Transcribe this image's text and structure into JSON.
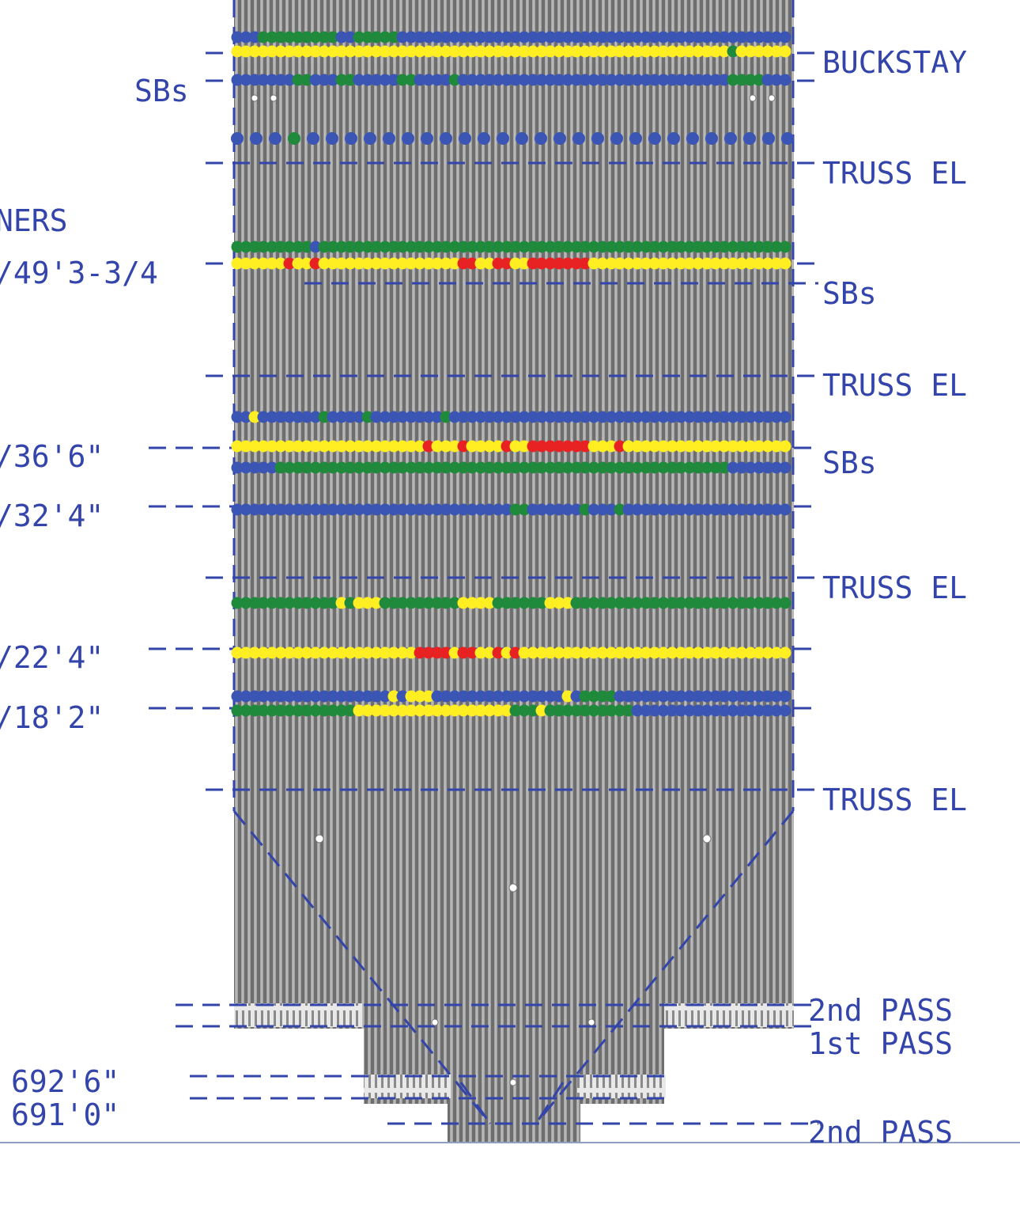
{
  "labels": {
    "left": {
      "sbs": "SBs",
      "corners": "NERS",
      "el_49": "/49'3-3/4",
      "el_36": "/36'6\"",
      "el_32": "/32'4\"",
      "el_22": "/22'4\"",
      "el_18": "/18'2\"",
      "el_692": "692'6\"",
      "el_691": "691'0\""
    },
    "right": {
      "buckstay": "BUCKSTAY",
      "truss_el_1": "TRUSS EL",
      "sbs_1": "SBs",
      "truss_el_2": "TRUSS EL",
      "sbs_2": "SBs",
      "truss_el_3": "TRUSS EL",
      "truss_el_4": "TRUSS EL",
      "pass_2nd_top": "2nd PASS",
      "pass_1st": "1st PASS",
      "pass_2nd_bottom": "2nd PASS"
    }
  },
  "colors": {
    "line": "#3344aa",
    "tube_dark": "#6e6e6e",
    "tube_light": "#a6a6a6",
    "blue": "#3a55b4",
    "green": "#1f8a3c",
    "yellow": "#ffee22",
    "red": "#e82222"
  },
  "inspection_rows": [
    {
      "name": "row-buckstay-upper",
      "base": "blue",
      "marks": [
        {
          "c": "green",
          "from": 0.05,
          "to": 0.18
        },
        {
          "c": "green",
          "from": 0.22,
          "to": 0.3
        }
      ]
    },
    {
      "name": "row-buckstay",
      "base": "yellow",
      "marks": [
        {
          "c": "red",
          "from": 0.38,
          "to": 0.39
        },
        {
          "c": "green",
          "from": 0.88,
          "to": 0.9
        }
      ]
    },
    {
      "name": "row-sbs-top",
      "base": "blue",
      "marks": [
        {
          "c": "green",
          "from": 0.1,
          "to": 0.14
        },
        {
          "c": "green",
          "from": 0.18,
          "to": 0.22
        },
        {
          "c": "green",
          "from": 0.3,
          "to": 0.32
        },
        {
          "c": "green",
          "from": 0.38,
          "to": 0.41
        },
        {
          "c": "green",
          "from": 0.88,
          "to": 0.95
        }
      ]
    },
    {
      "name": "row-dotted-blue",
      "base": "dots-blue",
      "marks": [
        {
          "c": "green",
          "from": 0.1,
          "to": 0.12
        }
      ]
    },
    {
      "name": "row-49-green",
      "base": "green",
      "marks": [
        {
          "c": "yellow",
          "from": 0.26,
          "to": 0.27
        },
        {
          "c": "yellow",
          "from": 0.57,
          "to": 0.58
        },
        {
          "c": "blue",
          "from": 0.14,
          "to": 0.15
        }
      ]
    },
    {
      "name": "row-49",
      "base": "yellow",
      "marks": [
        {
          "c": "red",
          "from": 0.04,
          "to": 0.05
        },
        {
          "c": "red",
          "from": 0.09,
          "to": 0.1
        },
        {
          "c": "red",
          "from": 0.14,
          "to": 0.15
        },
        {
          "c": "red",
          "from": 0.41,
          "to": 0.44
        },
        {
          "c": "red",
          "from": 0.47,
          "to": 0.5
        },
        {
          "c": "red",
          "from": 0.52,
          "to": 0.63
        }
      ]
    },
    {
      "name": "row-36-blue",
      "base": "blue",
      "marks": [
        {
          "c": "yellow",
          "from": 0.03,
          "to": 0.04
        },
        {
          "c": "green",
          "from": 0.16,
          "to": 0.17
        },
        {
          "c": "green",
          "from": 0.23,
          "to": 0.24
        },
        {
          "c": "green",
          "from": 0.37,
          "to": 0.38
        }
      ]
    },
    {
      "name": "row-36",
      "base": "yellow",
      "marks": [
        {
          "c": "red",
          "from": 0.29,
          "to": 0.3
        },
        {
          "c": "red",
          "from": 0.34,
          "to": 0.35
        },
        {
          "c": "red",
          "from": 0.41,
          "to": 0.42
        },
        {
          "c": "red",
          "from": 0.48,
          "to": 0.49
        },
        {
          "c": "red",
          "from": 0.52,
          "to": 0.63
        },
        {
          "c": "red",
          "from": 0.69,
          "to": 0.7
        }
      ]
    },
    {
      "name": "row-36-green",
      "base": "green",
      "marks": [
        {
          "c": "blue",
          "from": 0.0,
          "to": 0.08
        },
        {
          "c": "blue",
          "from": 0.88,
          "to": 1.0
        }
      ]
    },
    {
      "name": "row-32",
      "base": "blue",
      "marks": [
        {
          "c": "green",
          "from": 0.24,
          "to": 0.25
        },
        {
          "c": "green",
          "from": 0.5,
          "to": 0.53
        },
        {
          "c": "green",
          "from": 0.62,
          "to": 0.63
        },
        {
          "c": "green",
          "from": 0.69,
          "to": 0.7
        }
      ]
    },
    {
      "name": "row-truss-3-green",
      "base": "green",
      "marks": [
        {
          "c": "yellow",
          "from": 0.19,
          "to": 0.2
        },
        {
          "c": "yellow",
          "from": 0.22,
          "to": 0.27
        },
        {
          "c": "yellow",
          "from": 0.41,
          "to": 0.47
        },
        {
          "c": "yellow",
          "from": 0.49,
          "to": 0.5
        },
        {
          "c": "yellow",
          "from": 0.52,
          "to": 0.53
        },
        {
          "c": "yellow",
          "from": 0.56,
          "to": 0.6
        },
        {
          "c": "yellow",
          "from": 0.85,
          "to": 0.86
        }
      ]
    },
    {
      "name": "row-22",
      "base": "yellow",
      "marks": [
        {
          "c": "red",
          "from": 0.26,
          "to": 0.27
        },
        {
          "c": "red",
          "from": 0.29,
          "to": 0.3
        },
        {
          "c": "red",
          "from": 0.33,
          "to": 0.39
        },
        {
          "c": "red",
          "from": 0.41,
          "to": 0.44
        },
        {
          "c": "red",
          "from": 0.47,
          "to": 0.48
        },
        {
          "c": "red",
          "from": 0.5,
          "to": 0.51
        }
      ]
    },
    {
      "name": "row-18-blue",
      "base": "blue",
      "marks": [
        {
          "c": "yellow",
          "from": 0.28,
          "to": 0.29
        },
        {
          "c": "yellow",
          "from": 0.31,
          "to": 0.35
        },
        {
          "c": "yellow",
          "from": 0.59,
          "to": 0.6
        },
        {
          "c": "green",
          "from": 0.62,
          "to": 0.68
        },
        {
          "c": "green",
          "from": 0.8,
          "to": 0.81
        }
      ]
    },
    {
      "name": "row-18",
      "base": "green",
      "marks": [
        {
          "c": "yellow",
          "from": 0.22,
          "to": 0.5
        },
        {
          "c": "yellow",
          "from": 0.55,
          "to": 0.56
        },
        {
          "c": "blue",
          "from": 0.72,
          "to": 1.0
        }
      ]
    }
  ]
}
